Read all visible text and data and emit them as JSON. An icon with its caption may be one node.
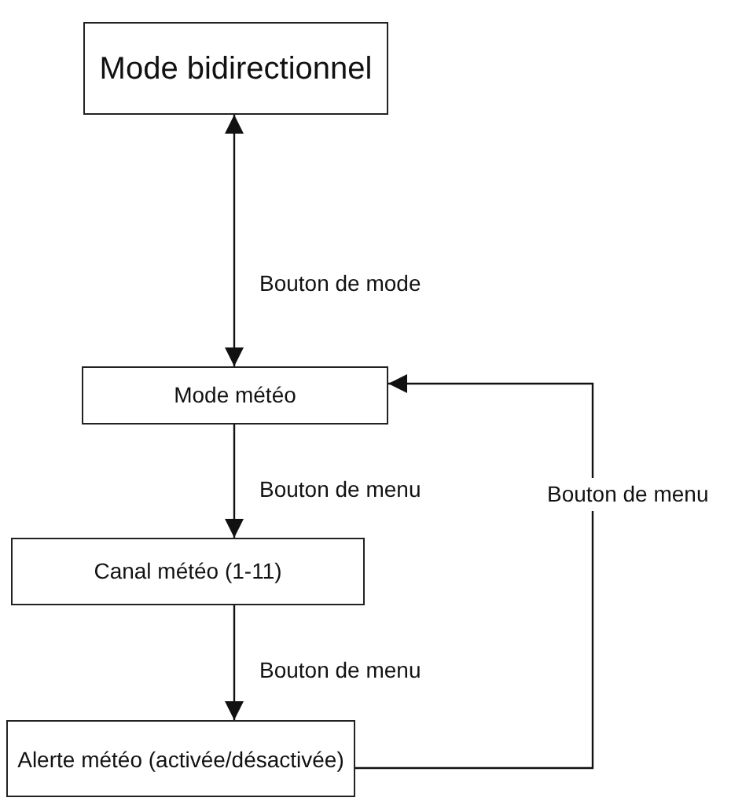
{
  "diagram": {
    "nodes": [
      {
        "text": [
          "Mode bidirectionnel"
        ]
      },
      {
        "text": [
          "Mode météo"
        ]
      },
      {
        "text": [
          "Canal météo (1-11)"
        ]
      },
      {
        "text": [
          "Alerte météo (activée/désactivée)"
        ]
      }
    ],
    "edges": [
      {
        "from": 0,
        "to": 1,
        "arrow": "both",
        "label": "Bouton de mode"
      },
      {
        "from": 1,
        "to": 2,
        "arrow": "to",
        "label": "Bouton de menu"
      },
      {
        "from": 2,
        "to": 3,
        "arrow": "to",
        "label": "Bouton de menu"
      },
      {
        "from": 3,
        "to": 1,
        "arrow": "to",
        "label": "Bouton de menu"
      }
    ]
  }
}
